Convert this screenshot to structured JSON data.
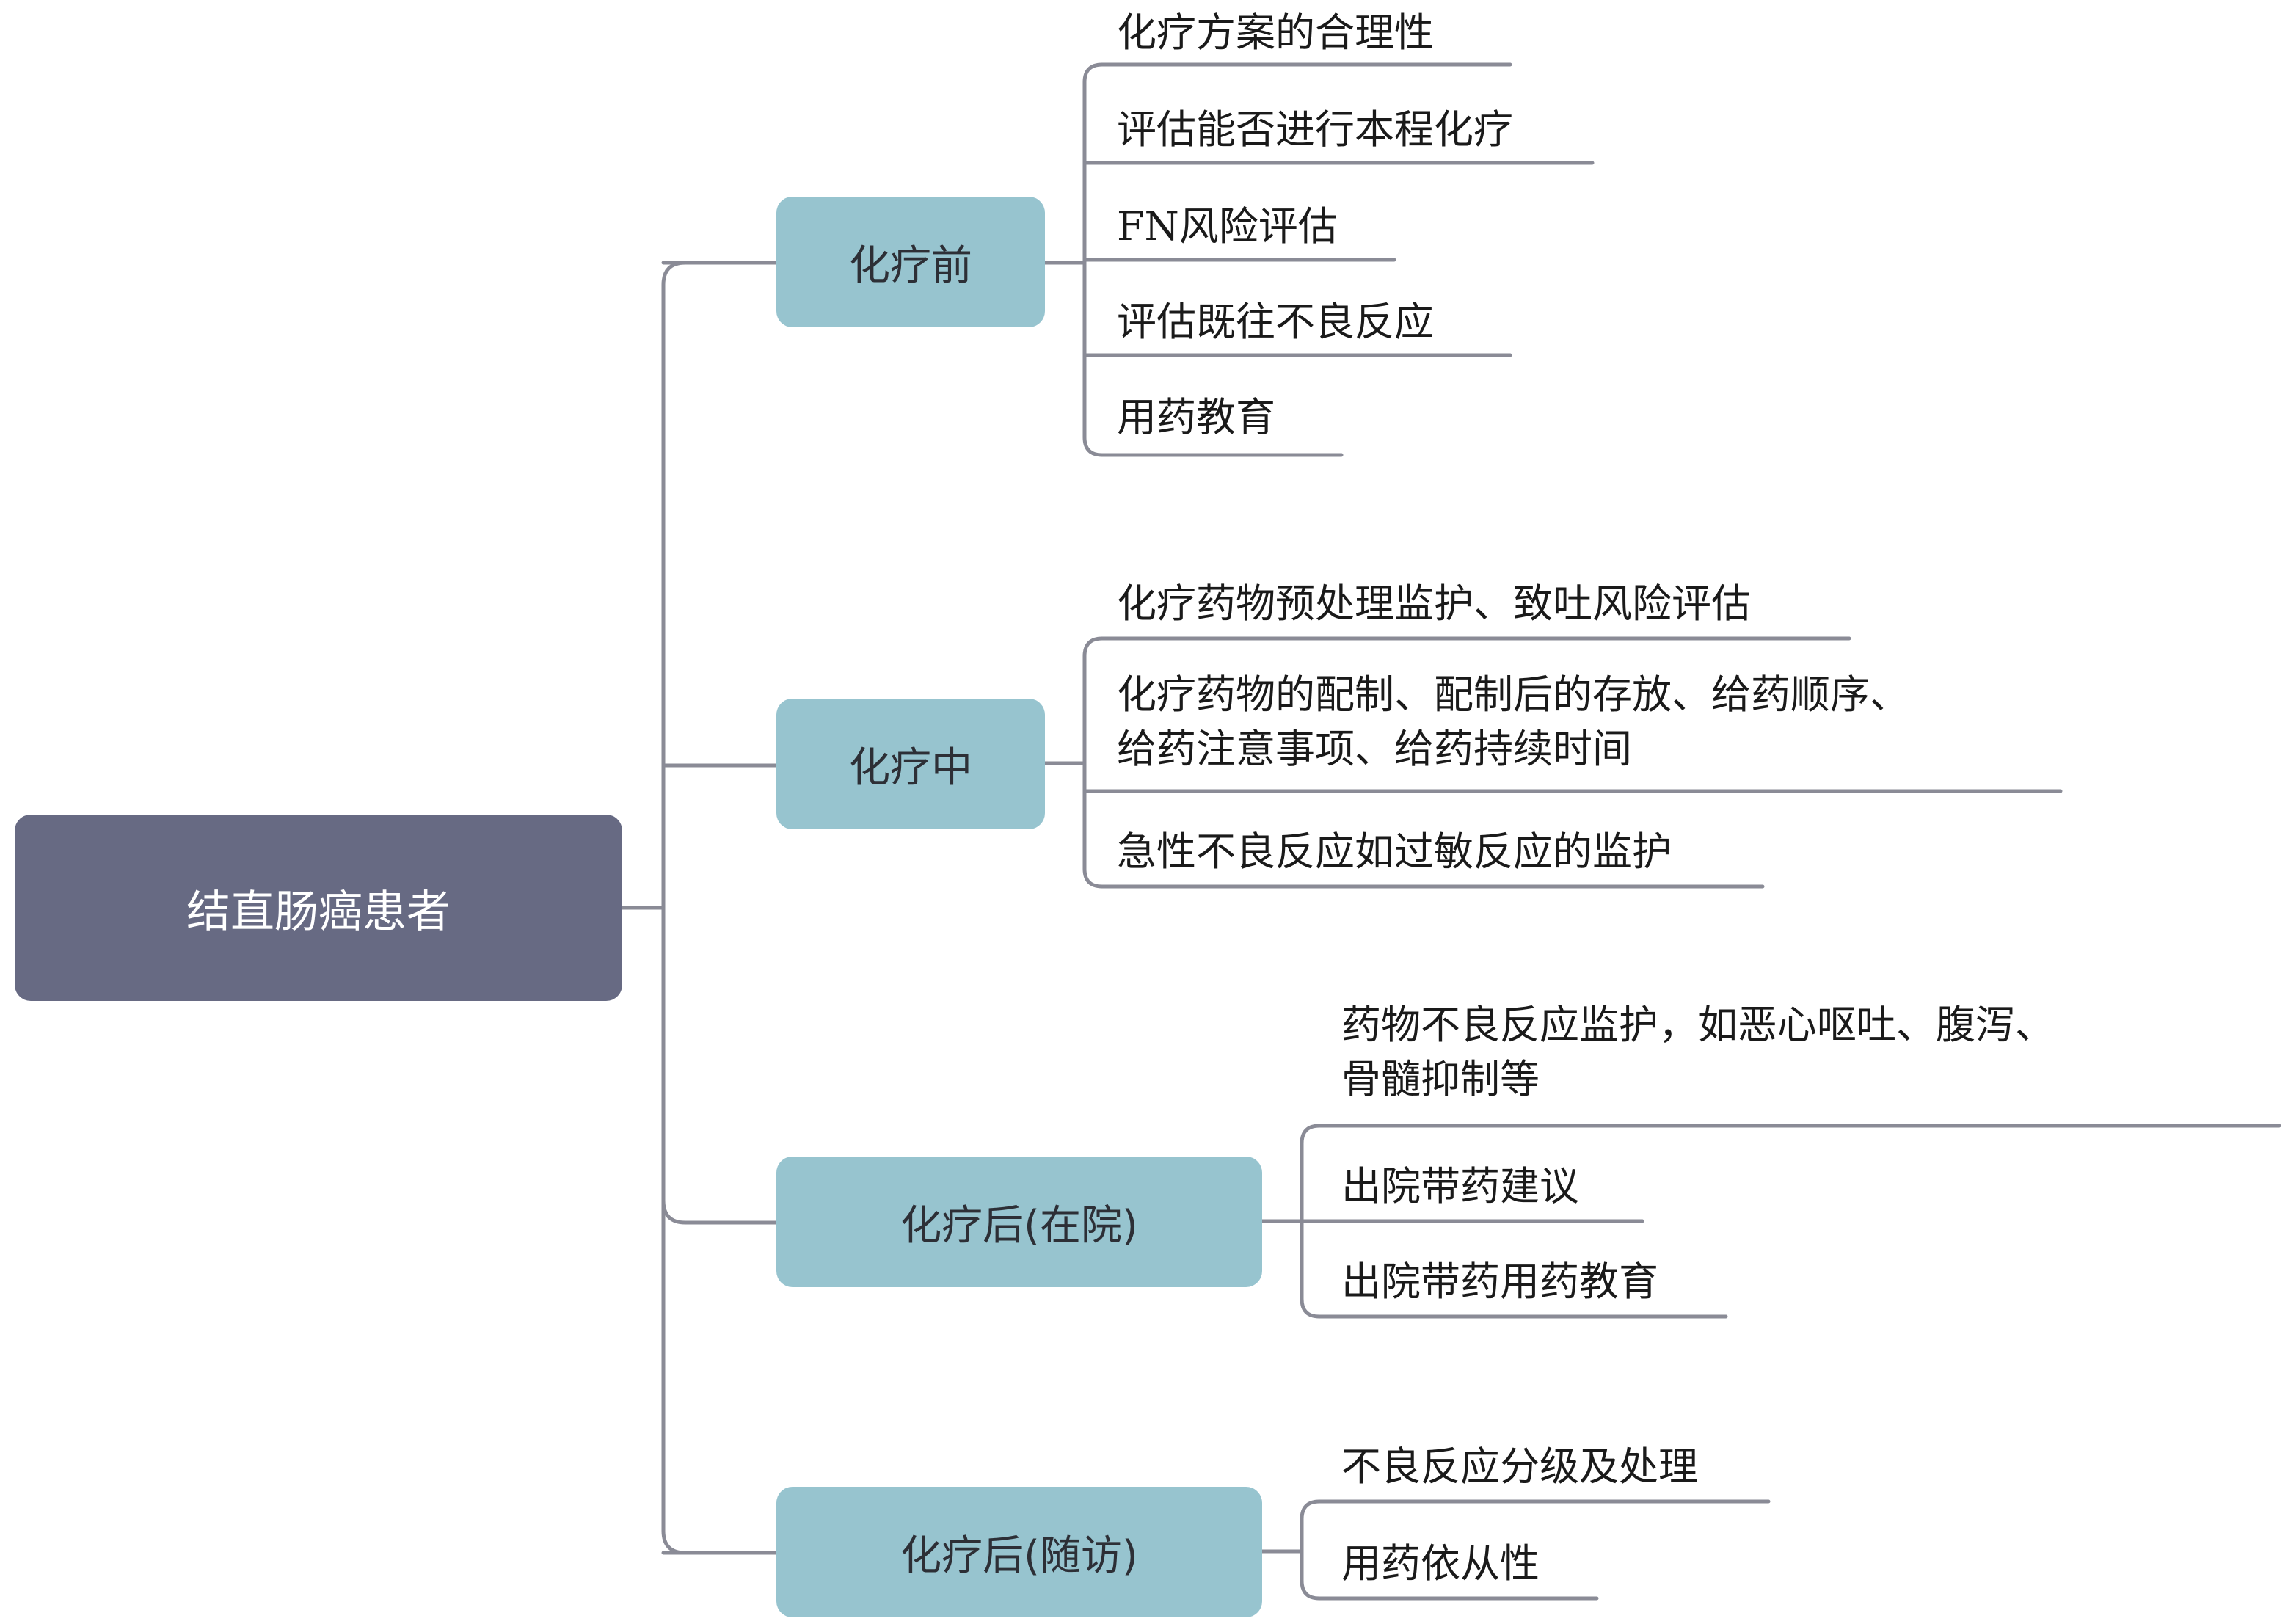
{
  "root": {
    "label": "结直肠癌患者"
  },
  "phases": [
    {
      "label": "化疗前",
      "items": [
        "化疗方案的合理性",
        "评估能否进行本程化疗",
        "FN风险评估",
        "评估既往不良反应",
        "用药教育"
      ]
    },
    {
      "label": "化疗中",
      "items": [
        "化疗药物预处理监护、致吐风险评估",
        "化疗药物的配制、配制后的存放、给药顺序、\n给药注意事项、给药持续时间",
        "急性不良反应如过敏反应的监护"
      ]
    },
    {
      "label": "化疗后(在院)",
      "items": [
        "药物不良反应监护，如恶心呕吐、腹泻、\n骨髓抑制等",
        "出院带药建议",
        "出院带药用药教育"
      ]
    },
    {
      "label": "化疗后(随访)",
      "items": [
        "不良反应分级及处理",
        "用药依从性"
      ]
    }
  ]
}
